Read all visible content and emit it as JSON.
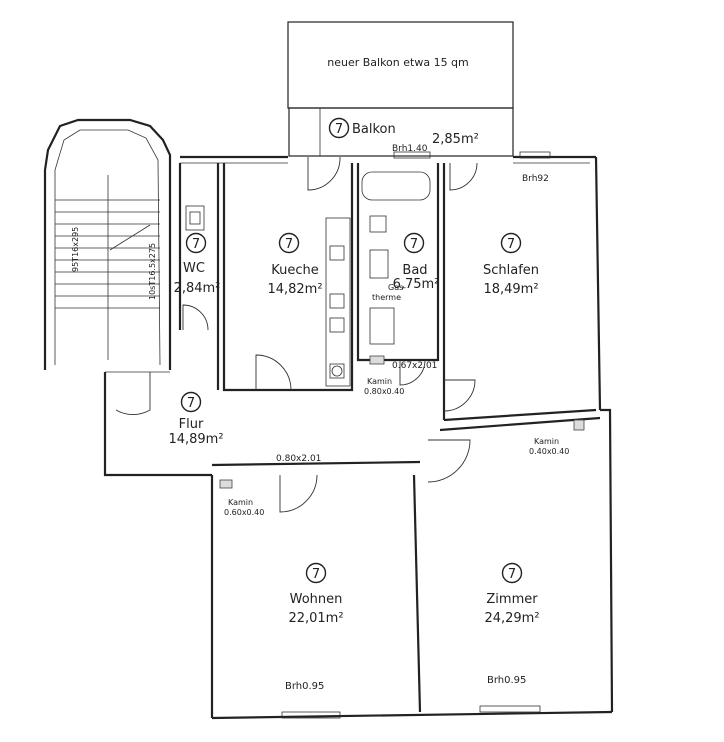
{
  "unit_marker": "7",
  "balcony_new": "neuer Balkon etwa 15 qm",
  "rooms": {
    "balkon": {
      "name": "Balkon",
      "area": "2,85m²"
    },
    "wc": {
      "name": "WC",
      "area": "2,84m²"
    },
    "kueche": {
      "name": "Kueche",
      "area": "14,82m²"
    },
    "bad": {
      "name": "Bad",
      "area": "6,75m²"
    },
    "schlafen": {
      "name": "Schlafen",
      "area": "18,49m²"
    },
    "flur": {
      "name": "Flur",
      "area": "14,89m²"
    },
    "wohnen": {
      "name": "Wohnen",
      "area": "22,01m²"
    },
    "zimmer": {
      "name": "Zimmer",
      "area": "24,29m²"
    }
  },
  "annotations": {
    "brh_balkon": "Brh1.40",
    "brh_schlafen": "Brh92",
    "gastherme_1": "Gas-",
    "gastherme_2": "therme",
    "door_bad": "0.67x2.01",
    "kamin_flur_1": "Kamin",
    "kamin_flur_2": "0.80x0.40",
    "door_wohnen": "0.80x2.01",
    "kamin_wohnen_1": "Kamin",
    "kamin_wohnen_2": "0.60x0.40",
    "kamin_zimmer_1": "Kamin",
    "kamin_zimmer_2": "0.40x0.40",
    "brh_wohnen": "Brh0.95",
    "brh_zimmer": "Brh0.95",
    "stair_1": "95T16x295",
    "stair_2": "10sT16.5x275"
  }
}
